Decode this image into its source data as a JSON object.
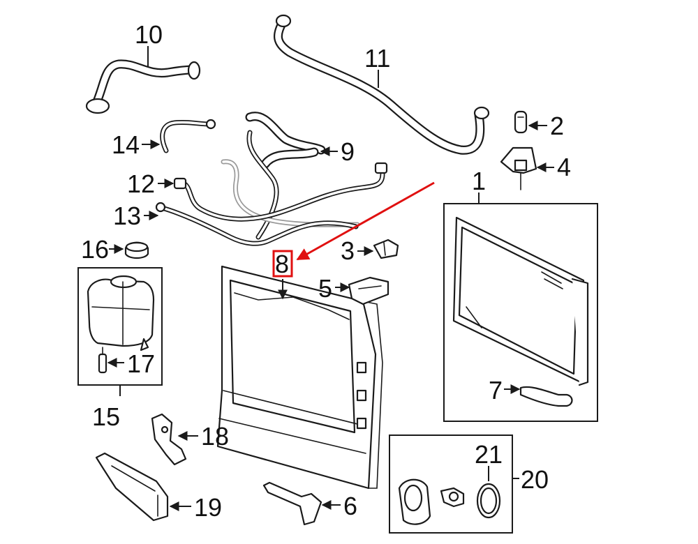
{
  "diagram": {
    "callouts": {
      "c1": "1",
      "c2": "2",
      "c3": "3",
      "c4": "4",
      "c5": "5",
      "c6": "6",
      "c7": "7",
      "c8": "8",
      "c9": "9",
      "c10": "10",
      "c11": "11",
      "c12": "12",
      "c13": "13",
      "c14": "14",
      "c15": "15",
      "c16": "16",
      "c17": "17",
      "c18": "18",
      "c19": "19",
      "c20": "20",
      "c21": "21"
    },
    "highlight_color": "#e01010",
    "highlighted_part": "8"
  }
}
